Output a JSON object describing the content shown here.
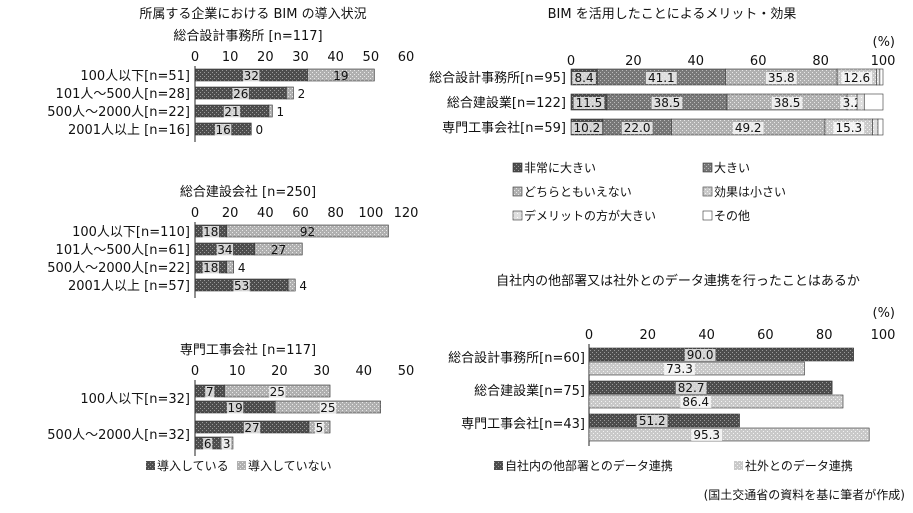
{
  "colors": {
    "dark": "#5a5a5a",
    "mid": "#7c7c7c",
    "light": "#b5b5b5",
    "lighter": "#cfcfcf",
    "pale": "#e2e2e2",
    "white": "#ffffff",
    "axis": "#222222"
  },
  "chart_data": [
    {
      "id": "adoption",
      "type": "bar",
      "title": "所属する企業における BIM の導入状況",
      "legend": [
        "導入している",
        "導入していない"
      ],
      "panels": [
        {
          "subtitle": "総合設計事務所 [n=117]",
          "ticks": [
            "0",
            "10",
            "20",
            "30",
            "40",
            "50",
            "60"
          ],
          "xlim": [
            0,
            60
          ],
          "stacked": true,
          "categories": [
            "100人以下[n=51]",
            "101人～500人[n=28]",
            "500人～2000人[n=22]",
            "2001人以上 [n=16]"
          ],
          "series": [
            {
              "name": "導入している",
              "values": [
                32,
                26,
                21,
                16
              ]
            },
            {
              "name": "導入していない",
              "values": [
                19,
                2,
                1,
                0
              ]
            }
          ]
        },
        {
          "subtitle": "総合建設会社 [n=250]",
          "ticks": [
            "0",
            "20",
            "40",
            "60",
            "80",
            "100",
            "120"
          ],
          "xlim": [
            0,
            120
          ],
          "stacked": true,
          "categories": [
            "100人以下[n=110]",
            "101人～500人[n=61]",
            "500人～2000人[n=22]",
            "2001人以上 [n=57]"
          ],
          "series": [
            {
              "name": "導入している",
              "values": [
                18,
                34,
                18,
                53
              ]
            },
            {
              "name": "導入していない",
              "values": [
                92,
                27,
                4,
                4
              ]
            }
          ]
        },
        {
          "subtitle": "専門工事会社 [n=117]",
          "ticks": [
            "0",
            "10",
            "20",
            "30",
            "40",
            "50"
          ],
          "xlim": [
            0,
            50
          ],
          "stacked": true,
          "categories": [
            "100人以下[n=32]",
            "500人～2000人[n=32]"
          ],
          "series": [
            {
              "name": "導入している",
              "values": [
                [
                  7,
                  25
                ],
                [
                  27,
                  5
                ]
              ]
            },
            {
              "name": "導入していない",
              "values": [
                [
                  19,
                  25
                ],
                [
                  6,
                  3
                ]
              ]
            }
          ]
        }
      ]
    },
    {
      "id": "merit",
      "type": "bar",
      "title": "BIM を活用したことによるメリット・効果",
      "unit": "(%)",
      "ticks": [
        "0",
        "20",
        "40",
        "60",
        "80",
        "100"
      ],
      "xlim": [
        0,
        100
      ],
      "stacked": true,
      "categories": [
        "総合設計事務所[n=95]",
        "総合建設業[n=122]",
        "専門工事会社[n=59]"
      ],
      "series": [
        {
          "name": "非常に大きい",
          "values": [
            8.4,
            11.5,
            10.2
          ]
        },
        {
          "name": "大きい",
          "values": [
            41.1,
            38.5,
            22.0
          ]
        },
        {
          "name": "どちらともいえない",
          "values": [
            35.8,
            38.5,
            49.2
          ]
        },
        {
          "name": "効果は小さい",
          "values": [
            12.6,
            3.2,
            15.3
          ]
        },
        {
          "name": "デメリットの方が大きい",
          "values": [
            1.1,
            2.3,
            1.7
          ]
        },
        {
          "name": "その他",
          "values": [
            1.0,
            6.0,
            1.6
          ]
        }
      ],
      "labels": [
        [
          "8.4",
          "41.1",
          "35.8",
          "12.6"
        ],
        [
          "11.5",
          "38.5",
          "38.5",
          "3.2"
        ],
        [
          "10.2",
          "22.0",
          "49.2",
          "15.3"
        ]
      ]
    },
    {
      "id": "linkage",
      "type": "bar",
      "title": "自社内の他部署又は社外とのデータ連携を行ったことはあるか",
      "unit": "(%)",
      "ticks": [
        "0",
        "20",
        "40",
        "60",
        "80",
        "100"
      ],
      "xlim": [
        0,
        100
      ],
      "categories": [
        "総合設計事務所[n=60]",
        "総合建設業[n=75]",
        "専門工事会社[n=43]"
      ],
      "series": [
        {
          "name": "自社内の他部署とのデータ連携",
          "values": [
            90.0,
            82.7,
            51.2
          ]
        },
        {
          "name": "社外とのデータ連携",
          "values": [
            73.3,
            86.4,
            95.3
          ]
        }
      ],
      "labels": [
        [
          "90.0",
          "73.3"
        ],
        [
          "82.7",
          "86.4"
        ],
        [
          "51.2",
          "95.3"
        ]
      ]
    }
  ],
  "source": "(国土交通省の資料を基に筆者が作成)"
}
